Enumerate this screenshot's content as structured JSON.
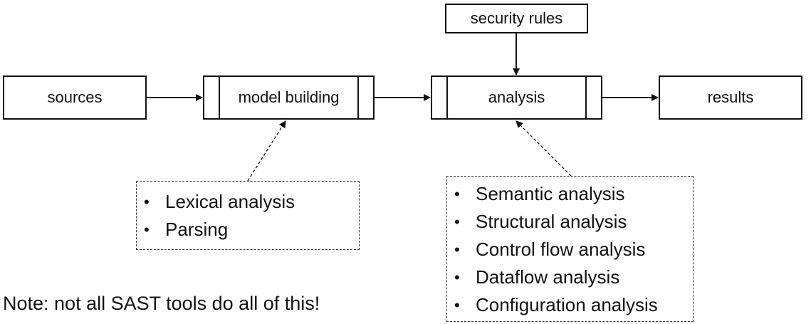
{
  "nodes": {
    "security_rules": "security rules",
    "sources": "sources",
    "model_building": "model building",
    "analysis": "analysis",
    "results": "results"
  },
  "model_building_steps": [
    "Lexical analysis",
    "Parsing"
  ],
  "analysis_steps": [
    "Semantic analysis",
    "Structural analysis",
    "Control flow analysis",
    "Dataflow analysis",
    "Configuration analysis"
  ],
  "note": "Note: not all SAST tools do all of this!"
}
